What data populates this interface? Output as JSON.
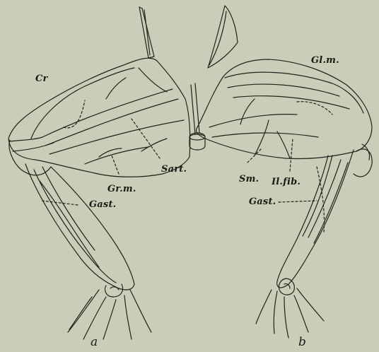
{
  "figure": {
    "left_panel": {
      "panel_label": "a",
      "labels": {
        "cr": "Cr",
        "sart": "Sart.",
        "gr_m": "Gr.m.",
        "gast": "Gast."
      }
    },
    "right_panel": {
      "panel_label": "b",
      "labels": {
        "gl_m": "Gl.m.",
        "sm": "Sm.",
        "il_fib": "Il.fib.",
        "gast": "Gast."
      }
    },
    "colors": {
      "paper": "#cacdb8",
      "ink": "#1a1a16"
    }
  }
}
